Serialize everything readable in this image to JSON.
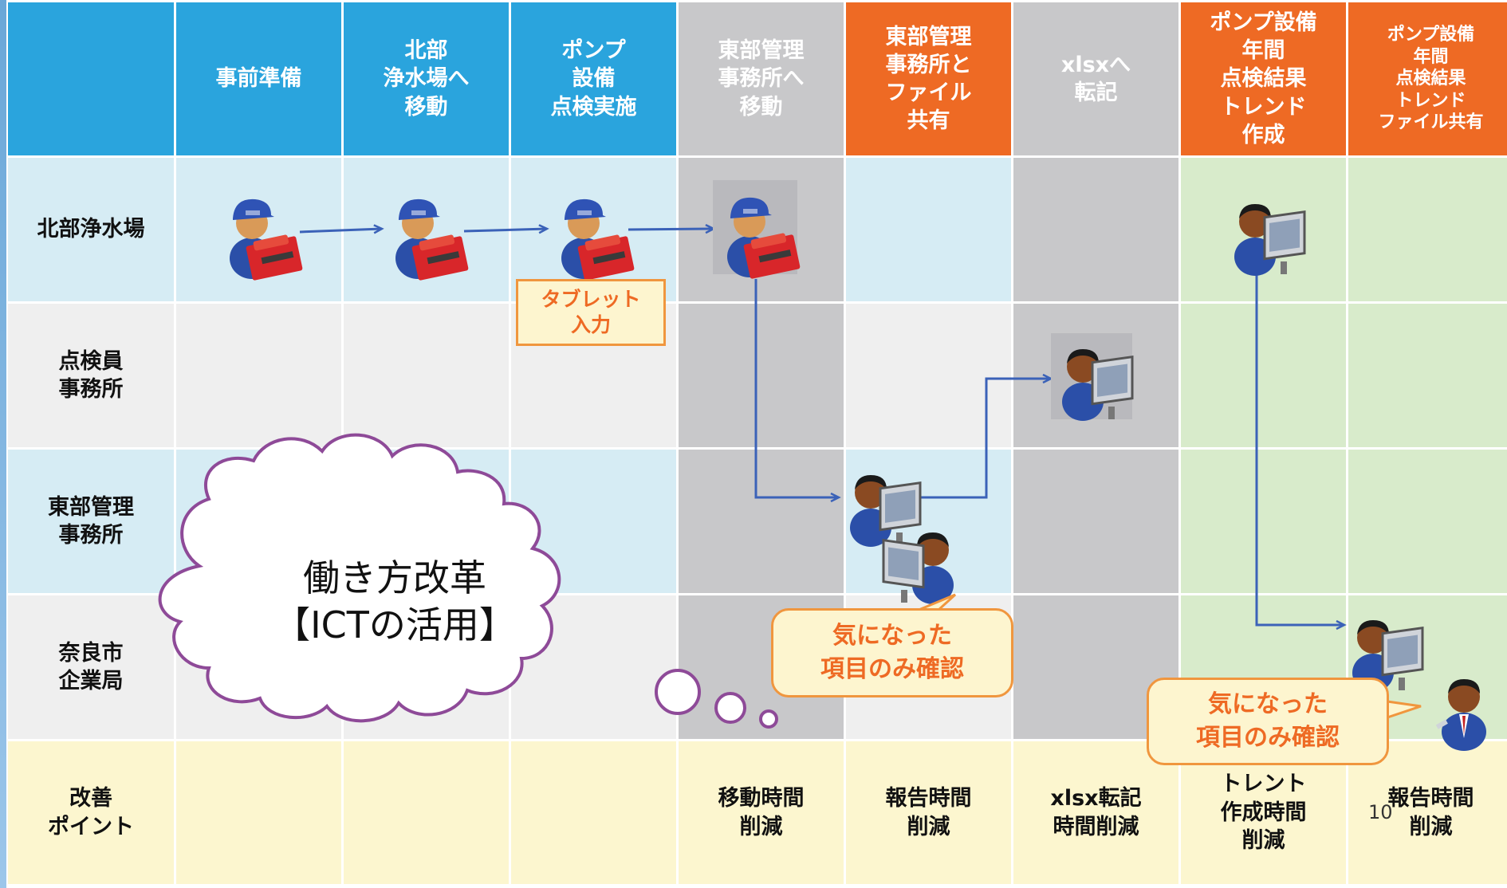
{
  "headers": {
    "corner": "",
    "steps": [
      "事前準備",
      "北部\n浄水場へ\n移動",
      "ポンプ\n設備\n点検実施",
      "東部管理\n事務所へ\n移動",
      "東部管理\n事務所と\nファイル\n共有",
      "xlsxへ\n転記",
      "ポンプ設備\n年間\n点検結果\nトレンド\n作成",
      "ポンプ設備\n年間\n点検結果\nトレンド\nファイル共有"
    ]
  },
  "rows": {
    "north_plant": "北部浄水場",
    "inspector_office": "点検員\n事務所",
    "east_office": "東部管理\n事務所",
    "nara_bureau": "奈良市\n企業局",
    "improvement": "改善\nポイント"
  },
  "improvements": [
    "",
    "",
    "",
    "移動時間\n削減",
    "報告時間\n削減",
    "xlsx転記\n時間削減",
    "トレント\n作成時間\n削減",
    "報告時間\n削減"
  ],
  "callouts": {
    "tablet": "タブレット\n入力",
    "confirm_east": "気になった\n項目のみ確認",
    "confirm_nara": "気になった\n項目のみ確認"
  },
  "cloud": {
    "text": "働き方改革\n【ICTの活用】"
  },
  "page_number": "10",
  "colors": {
    "header_blue": "#2aa4dd",
    "header_gray": "#c8c8ca",
    "header_orange": "#ee6a24",
    "cell_light_blue": "#d6ecf4",
    "cell_light_gray": "#efefef",
    "cell_dark_gray": "#c8c8ca",
    "cell_green": "#d8ebcb",
    "cell_yellow": "#fcf6cf",
    "arrow": "#3b62b8",
    "cloud_outline": "#8e4a98"
  },
  "icons": [
    "worker-toolbox-icon",
    "office-worker-pc-icon",
    "manager-icon"
  ]
}
